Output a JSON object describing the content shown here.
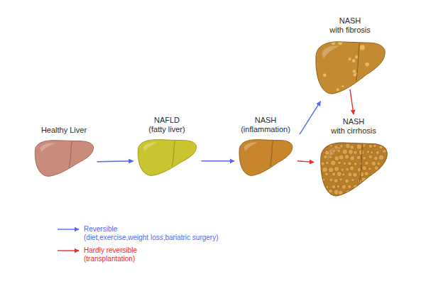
{
  "diagram": {
    "nodes": [
      {
        "text": [
          "Healthy Liver"
        ]
      },
      {
        "text": [
          "NAFLD",
          "(fatty liver)"
        ]
      },
      {
        "text": [
          "NASH",
          "(inflammation)"
        ]
      },
      {
        "text": [
          "NASH",
          "with fibrosis"
        ]
      },
      {
        "text": [
          "NASH",
          "with cirrhosis"
        ]
      }
    ],
    "edges": [
      {
        "from": 0,
        "to": 1,
        "arrow": "to"
      },
      {
        "from": 1,
        "to": 2,
        "arrow": "to"
      },
      {
        "from": 2,
        "to": 3,
        "arrow": "to"
      },
      {
        "from": 2,
        "to": 4,
        "arrow": "to"
      },
      {
        "from": 3,
        "to": 4,
        "arrow": "to"
      }
    ],
    "labels": [
      "(diet,exercise,weight loss,bariatric surgery)",
      "(transplantation)"
    ],
    "legend": [
      {
        "text": "Reversible"
      },
      {
        "text": "Hardly reversible"
      }
    ]
  }
}
